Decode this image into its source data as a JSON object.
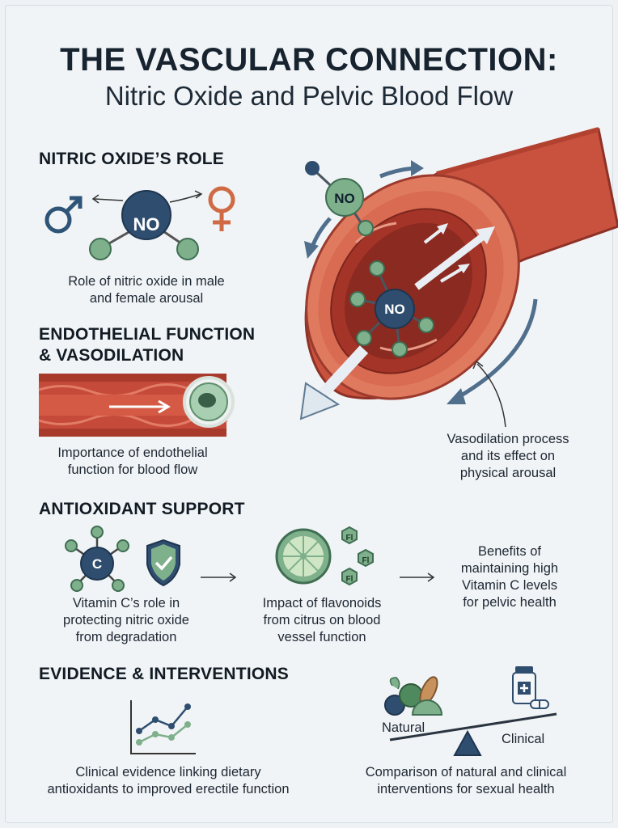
{
  "title": {
    "main": "THE VASCULAR CONNECTION:",
    "sub": "Nitric Oxide and Pelvic Blood Flow"
  },
  "sections": {
    "role": {
      "heading": "NITRIC OXIDE’S ROLE",
      "molecule_label": "NO",
      "caption": [
        "Role of nitric oxide in male",
        "and female arousal"
      ]
    },
    "endothelial": {
      "heading_line1": "ENDOTHELIAL FUNCTION",
      "heading_line2": "& VASODILATION",
      "caption": [
        "Importance of endothelial",
        "function for blood flow"
      ]
    },
    "vessel": {
      "floating_label": "NO",
      "inner_label": "NO",
      "caption": [
        "Vasodilation process",
        "and its effect on",
        "physical arousal"
      ]
    },
    "antioxidant": {
      "heading": "ANTIOXIDANT SUPPORT",
      "vitc_label": "C",
      "flavonoid_label": "Fl",
      "caption_vitc": [
        "Vitamin C’s role in",
        "protecting nitric oxide",
        "from degradation"
      ],
      "caption_flav": [
        "Impact of flavonoids",
        "from citrus on blood",
        "vessel function"
      ],
      "caption_benefits": [
        "Benefits of",
        "maintaining high",
        "Vitamin C levels",
        "for pelvic health"
      ]
    },
    "evidence": {
      "heading": "EVIDENCE & INTERVENTIONS",
      "scale_left": "Natural",
      "scale_right": "Clinical",
      "caption_chart": [
        "Clinical evidence linking dietary",
        "antioxidants to improved erectile function"
      ],
      "caption_scale": [
        "Comparison of natural and clinical",
        "interventions for sexual health"
      ]
    }
  },
  "colors": {
    "navy": "#2e4a66",
    "green": "#7fb08c",
    "vessel_red": "#c64a3a",
    "arrow_blue": "#4f6f8c",
    "female_orange": "#d06a44"
  },
  "icons": [
    "male-symbol-icon",
    "female-symbol-icon",
    "no-molecule-icon",
    "blood-vessel-icon",
    "cell-icon",
    "vitamin-c-molecule-icon",
    "shield-check-icon",
    "citrus-slice-icon",
    "flavonoid-icon",
    "line-chart-icon",
    "fruits-vegetables-icon",
    "medicine-bottle-icon",
    "pill-icon",
    "balance-scale-icon"
  ]
}
